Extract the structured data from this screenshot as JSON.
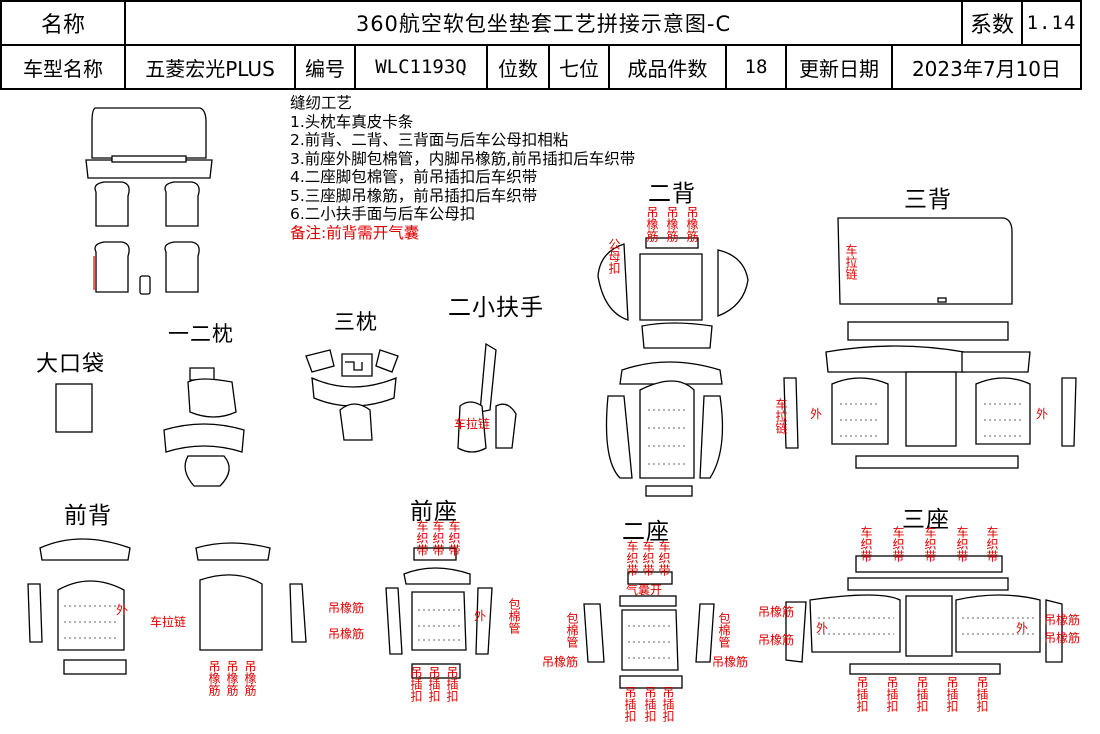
{
  "header": {
    "name_label": "名称",
    "title": "360航空软包坐垫套工艺拼接示意图-C",
    "coef_label": "系数",
    "coef_value": "1.14",
    "model_label": "车型名称",
    "model_value": "五菱宏光PLUS",
    "code_label": "编号",
    "code_value": "WLC1193Q",
    "seats_label": "位数",
    "seats_value": "七位",
    "pieces_label": "成品件数",
    "pieces_value": "18",
    "update_label": "更新日期",
    "update_value": "2023年7月10日"
  },
  "notes": {
    "heading": "缝纫工艺",
    "lines": [
      "1.头枕车真皮卡条",
      "2.前背、二背、三背面与后车公母扣相粘",
      "3.前座外脚包棉管，内脚吊橡筋,前吊插扣后车织带",
      "4.二座脚包棉管，前吊插扣后车织带",
      "5.三座脚吊橡筋，前吊插扣后车织带",
      "6.二小扶手面与后车公母扣"
    ],
    "remark": "备注:前背需开气囊"
  },
  "sections": {
    "big_pocket": "大口袋",
    "pillow12": "一二枕",
    "pillow3": "三枕",
    "armrest2": "二小扶手",
    "back2": "二背",
    "back3": "三背",
    "front_back": "前背",
    "front_seat": "前座",
    "seat2": "二座",
    "seat3": "三座"
  },
  "marks": {
    "ylj": "吊橡筋",
    "ylj_short": "吊橡",
    "jin": "筋",
    "cld": "车拉链",
    "wai": "外",
    "czd": "车织带",
    "dck": "吊插扣",
    "bmg": "包棉管",
    "gmk": "公母扣",
    "qnk": "气囊开"
  },
  "colors": {
    "accent_red": "#e00000",
    "line": "#000000"
  }
}
